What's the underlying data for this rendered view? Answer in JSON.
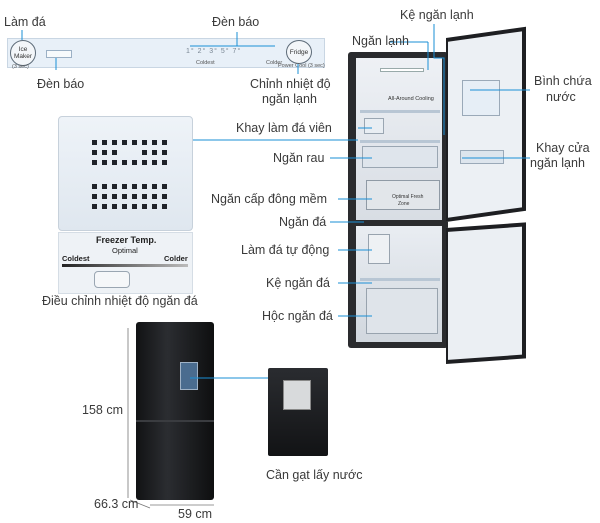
{
  "labels": {
    "lam_da": "Làm đá",
    "den_bao_top": "Đèn báo",
    "den_bao_left": "Đèn báo",
    "ke_ngan_lanh": "Kệ ngăn lạnh",
    "ngan_lanh": "Ngăn lạnh",
    "chinh_nhiet_do_1": "Chỉnh nhiệt độ",
    "chinh_nhiet_do_2": "ngăn lạnh",
    "binh_chua_1": "Bình chứa",
    "binh_chua_2": "nước",
    "khay_lam_da": "Khay làm đá viên",
    "khay_cua_1": "Khay cửa",
    "khay_cua_2": "ngăn lạnh",
    "ngan_rau": "Ngăn rau",
    "ngan_cap_dong": "Ngăn cấp đông mềm",
    "ngan_da": "Ngăn đá",
    "lam_da_tu_dong": "Làm đá tự động",
    "ke_ngan_da": "Kệ ngăn đá",
    "hoc_ngan_da": "Hộc ngăn đá",
    "dieu_chinh": "Điều chỉnh nhiệt độ ngăn đá",
    "can_gat": "Cần gạt lấy nước",
    "height": "158 cm",
    "depth": "66.3 cm",
    "width": "59 cm"
  },
  "panel": {
    "ice_maker": "Ice Maker",
    "ice_sec": "(3 sec)",
    "coldest": "Coldest",
    "colder": "Colder",
    "fridge": "Fridge",
    "power_cool": "Power Cool (3 sec)",
    "temps": "1°  2°  3°  5°  7°"
  },
  "freezer_panel": {
    "title": "Freezer Temp.",
    "optimal": "Optimal",
    "coldest": "Coldest",
    "colder": "Colder"
  },
  "interior": {
    "all_around": "All-Around Cooling",
    "optimal_fresh": "Optimal Fresh",
    "zone": "Zone"
  },
  "colors": {
    "callout_line": "#1a8fd6",
    "fridge_black": "#1e1f22"
  }
}
